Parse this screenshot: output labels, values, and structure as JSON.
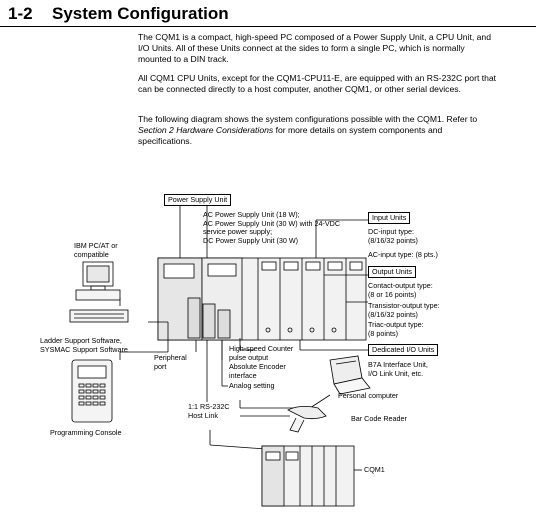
{
  "section": {
    "number": "1-2",
    "title": "System Configuration"
  },
  "paragraphs": {
    "p1": "The CQM1 is a compact, high-speed PC composed of a Power Supply Unit, a CPU Unit, and I/O Units. All of these Units connect at the sides to form a single PC, which is normally mounted to a DIN track.",
    "p2": "All CQM1 CPU Units, except for the CQM1-CPU11-E, are equipped with an RS-232C port that can be connected directly to a host computer, another CQM1, or other serial devices.",
    "p3_before": "The following diagram shows the system configurations possible with the CQM1. Refer to ",
    "p3_italic": "Section 2 Hardware Considerations",
    "p3_after": " for more details on system components and specifications."
  },
  "diagram": {
    "power_supply_unit": "Power Supply Unit",
    "ac_power": [
      "AC Power Supply Unit (18 W);",
      "AC Power Supply Unit (30 W) with 24-VDC",
      "service power supply;",
      "DC Power Supply Unit (30 W)"
    ],
    "input_units": "Input Units",
    "dc_input": [
      "DC-input type:",
      "(8/16/32 points)"
    ],
    "ac_input": "AC-input type: (8 pts.)",
    "output_units": "Output Units",
    "contact_output": [
      "Contact-output type:",
      "(8 or 16 points)"
    ],
    "transistor_output": [
      "Transistor-output type:",
      "(8/16/32 points)"
    ],
    "triac_output": [
      "Triac-output type:",
      "(8 points)"
    ],
    "dedicated_io": "Dedicated I/O Units",
    "b7a": [
      "B7A Interface Unit,",
      "I/O Link Unit, etc."
    ],
    "ibm_pc": [
      "IBM PC/AT or",
      "compatible"
    ],
    "ladder_software": [
      "Ladder Support Software,",
      "SYSMAC Support Software"
    ],
    "peripheral_port": [
      "Peripheral",
      "port"
    ],
    "programming_console": "Programming Console",
    "counter_pulse": [
      "High-speed Counter",
      "pulse output"
    ],
    "absolute_encoder": [
      "Absolute Encoder",
      "interface"
    ],
    "analog_setting": "Analog setting",
    "personal_computer": "Personal computer",
    "rs232c": [
      "1:1  RS-232C",
      "Host Link"
    ],
    "bar_code_reader": "Bar Code Reader",
    "cqm1": "CQM1"
  }
}
